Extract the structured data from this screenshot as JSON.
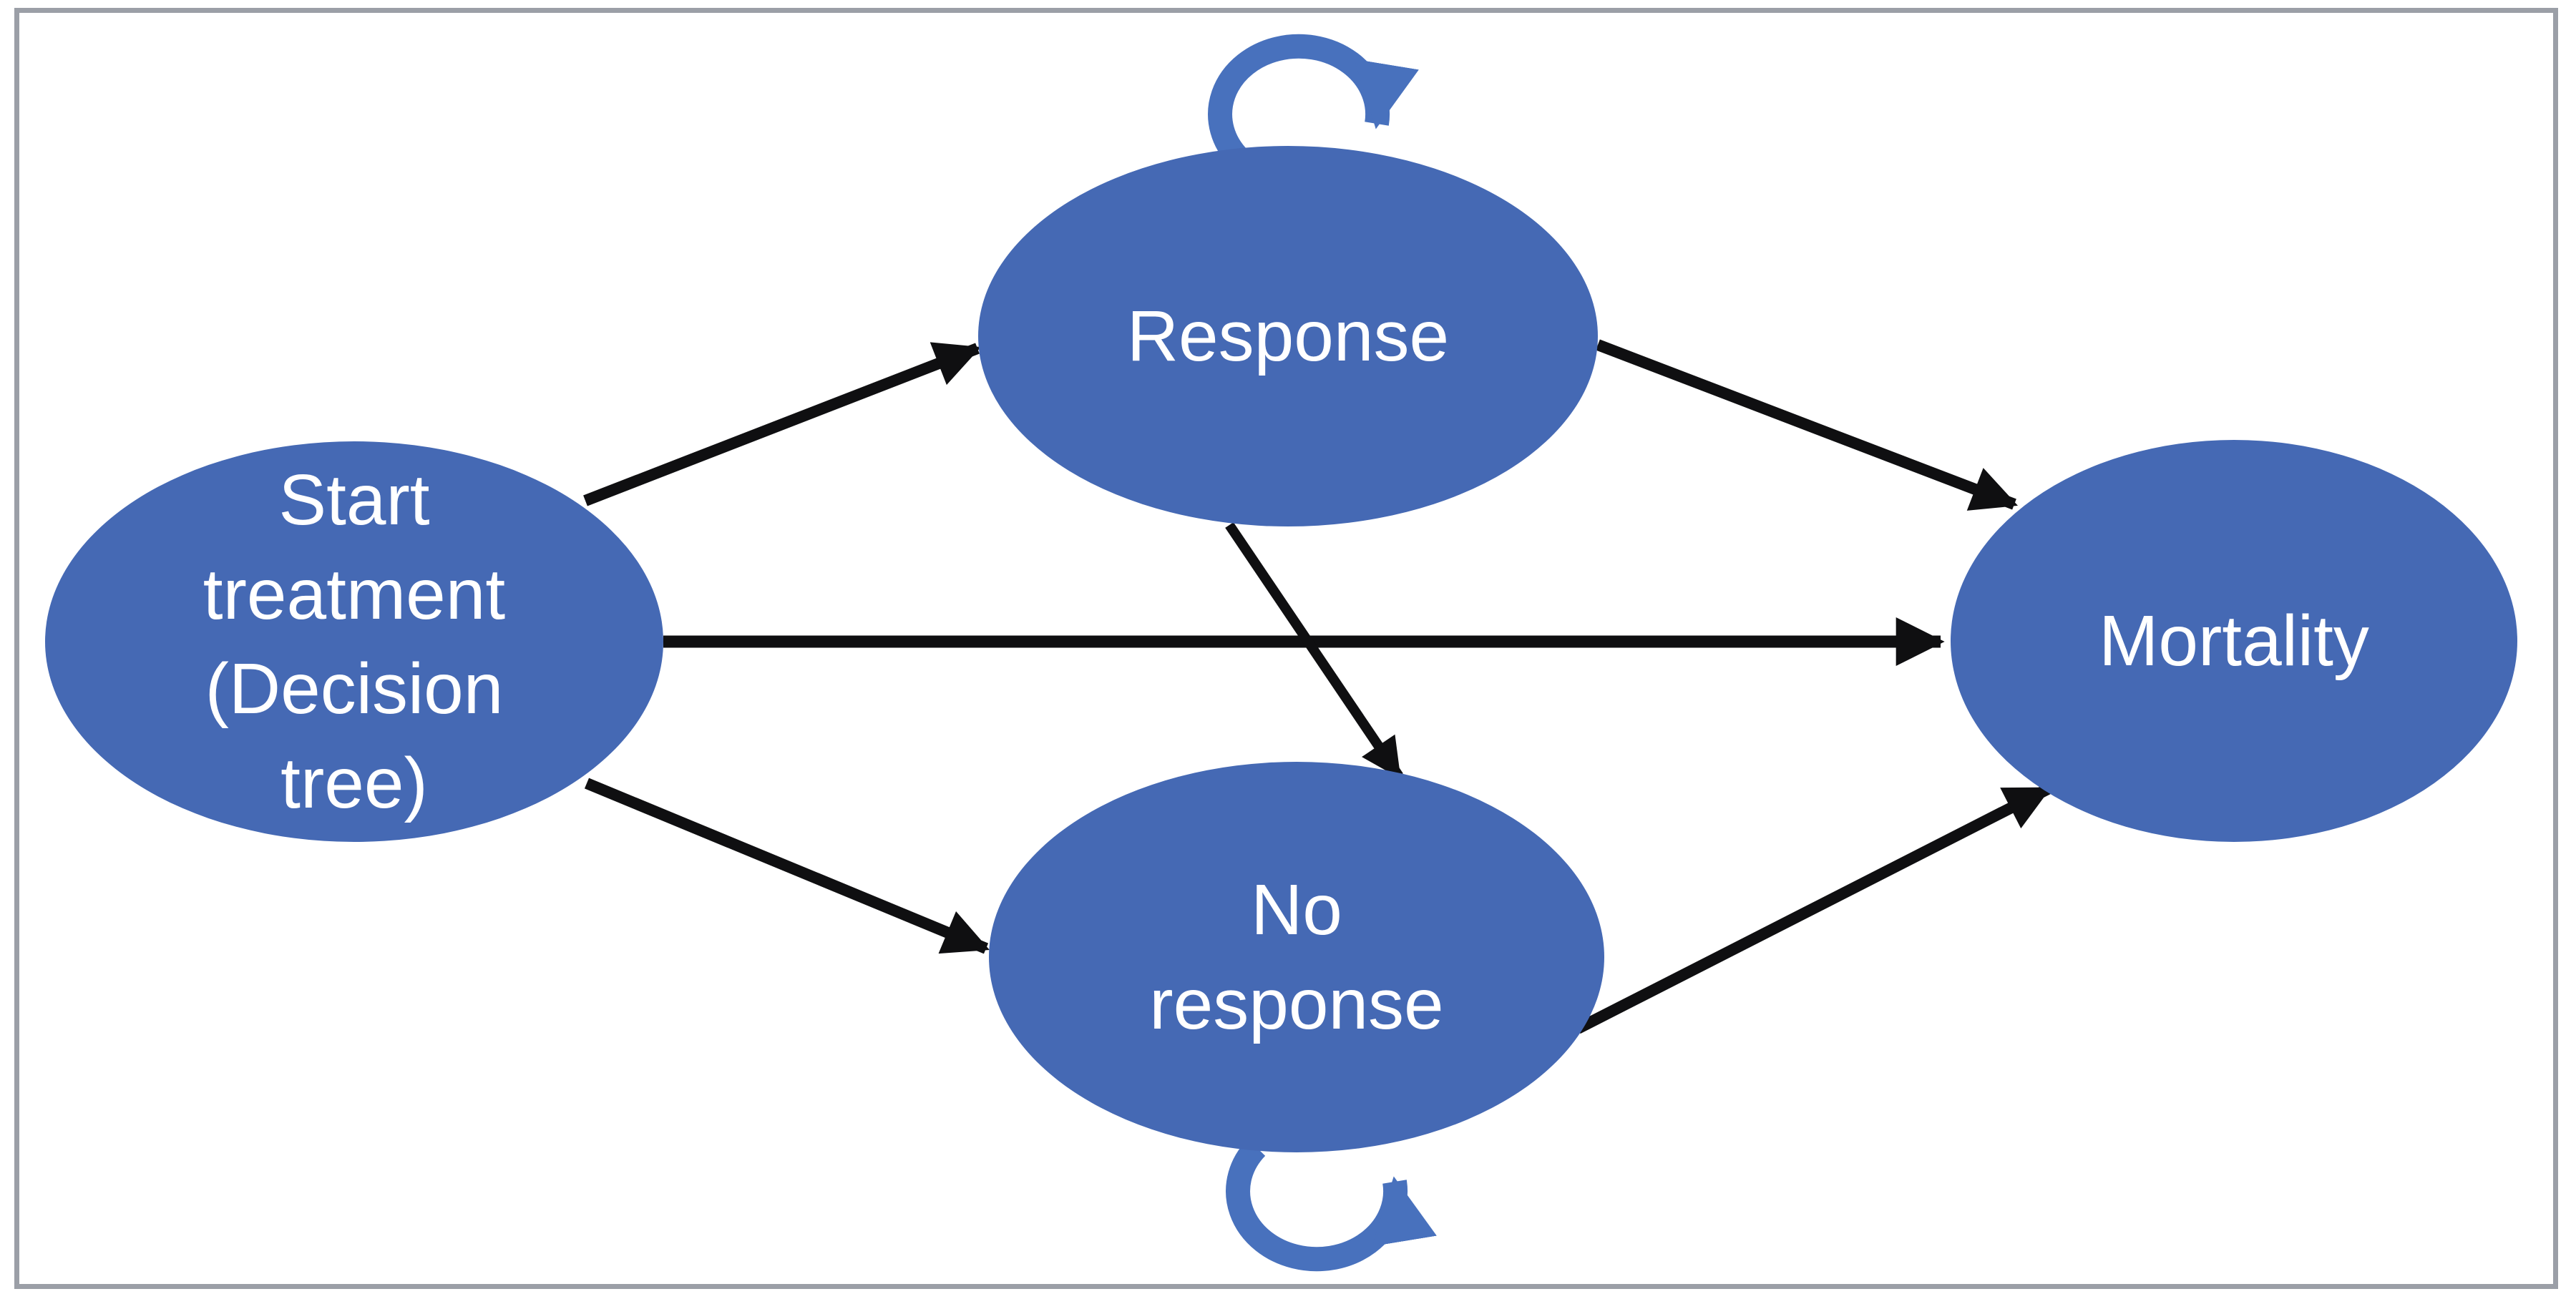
{
  "diagram": {
    "type": "state-transition-diagram",
    "background": "#ffffff",
    "border_color": "#9b9fa7",
    "colors": {
      "node_fill": "#4569b4",
      "node_text": "#ffffff",
      "arrow": "#0f0f11",
      "self_loop": "#4871bd"
    },
    "nodes": [
      {
        "id": "start-treatment",
        "label": "Start treatment (Decision tree)",
        "display": "Start\ntreatment\n(Decision\ntree)"
      },
      {
        "id": "response",
        "label": "Response",
        "display": "Response"
      },
      {
        "id": "no-response",
        "label": "No response",
        "display": "No\nresponse"
      },
      {
        "id": "mortality",
        "label": "Mortality",
        "display": "Mortality"
      }
    ],
    "edges": [
      {
        "from": "start-treatment",
        "to": "response",
        "type": "transition"
      },
      {
        "from": "start-treatment",
        "to": "mortality",
        "type": "transition"
      },
      {
        "from": "start-treatment",
        "to": "no-response",
        "type": "transition"
      },
      {
        "from": "response",
        "to": "mortality",
        "type": "transition"
      },
      {
        "from": "response",
        "to": "no-response",
        "type": "transition"
      },
      {
        "from": "no-response",
        "to": "mortality",
        "type": "transition"
      },
      {
        "from": "response",
        "to": "response",
        "type": "self-loop"
      },
      {
        "from": "no-response",
        "to": "no-response",
        "type": "self-loop"
      }
    ]
  }
}
